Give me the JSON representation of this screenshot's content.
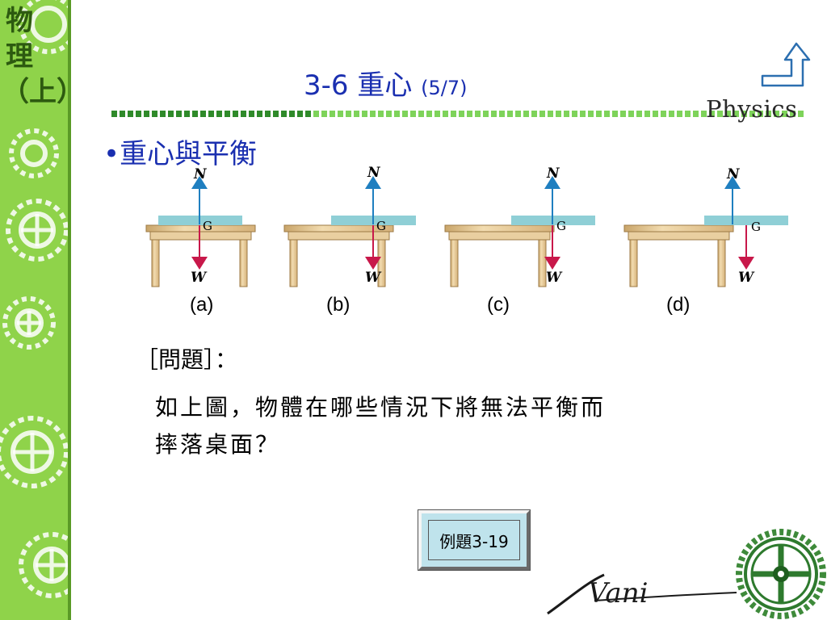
{
  "sidebar": {
    "title": "物理（上）"
  },
  "header": {
    "title_main": "3-6 重心",
    "title_sub": "(5/7)",
    "brand": "Physics"
  },
  "bullet": {
    "marker": "•",
    "text": "重心與平衡"
  },
  "figures": [
    {
      "caption": "(a)",
      "label_n": "N",
      "label_g": "G",
      "label_w": "W"
    },
    {
      "caption": "(b)",
      "label_n": "N",
      "label_g": "G",
      "label_w": "W"
    },
    {
      "caption": "(c)",
      "label_n": "N",
      "label_g": "G",
      "label_w": "W"
    },
    {
      "caption": "(d)",
      "label_n": "N",
      "label_g": "G",
      "label_w": "W"
    }
  ],
  "question": {
    "label": "［問題］：",
    "line1": "如上圖，物體在哪些情況下將無法平衡而",
    "line2": "摔落桌面？"
  },
  "example_button": {
    "label": "例題3-19"
  },
  "logo": {
    "text": "Vani"
  },
  "colors": {
    "sidebar": "#8fd34a",
    "title_blue": "#1a2fb0",
    "normal_force": "#1f7fc0",
    "weight_force": "#c8184a",
    "board": "#8fcfd6",
    "table_wood": "#e8cfa0",
    "dash_dark": "#2f8a2a",
    "dash_light": "#7ed35a"
  }
}
